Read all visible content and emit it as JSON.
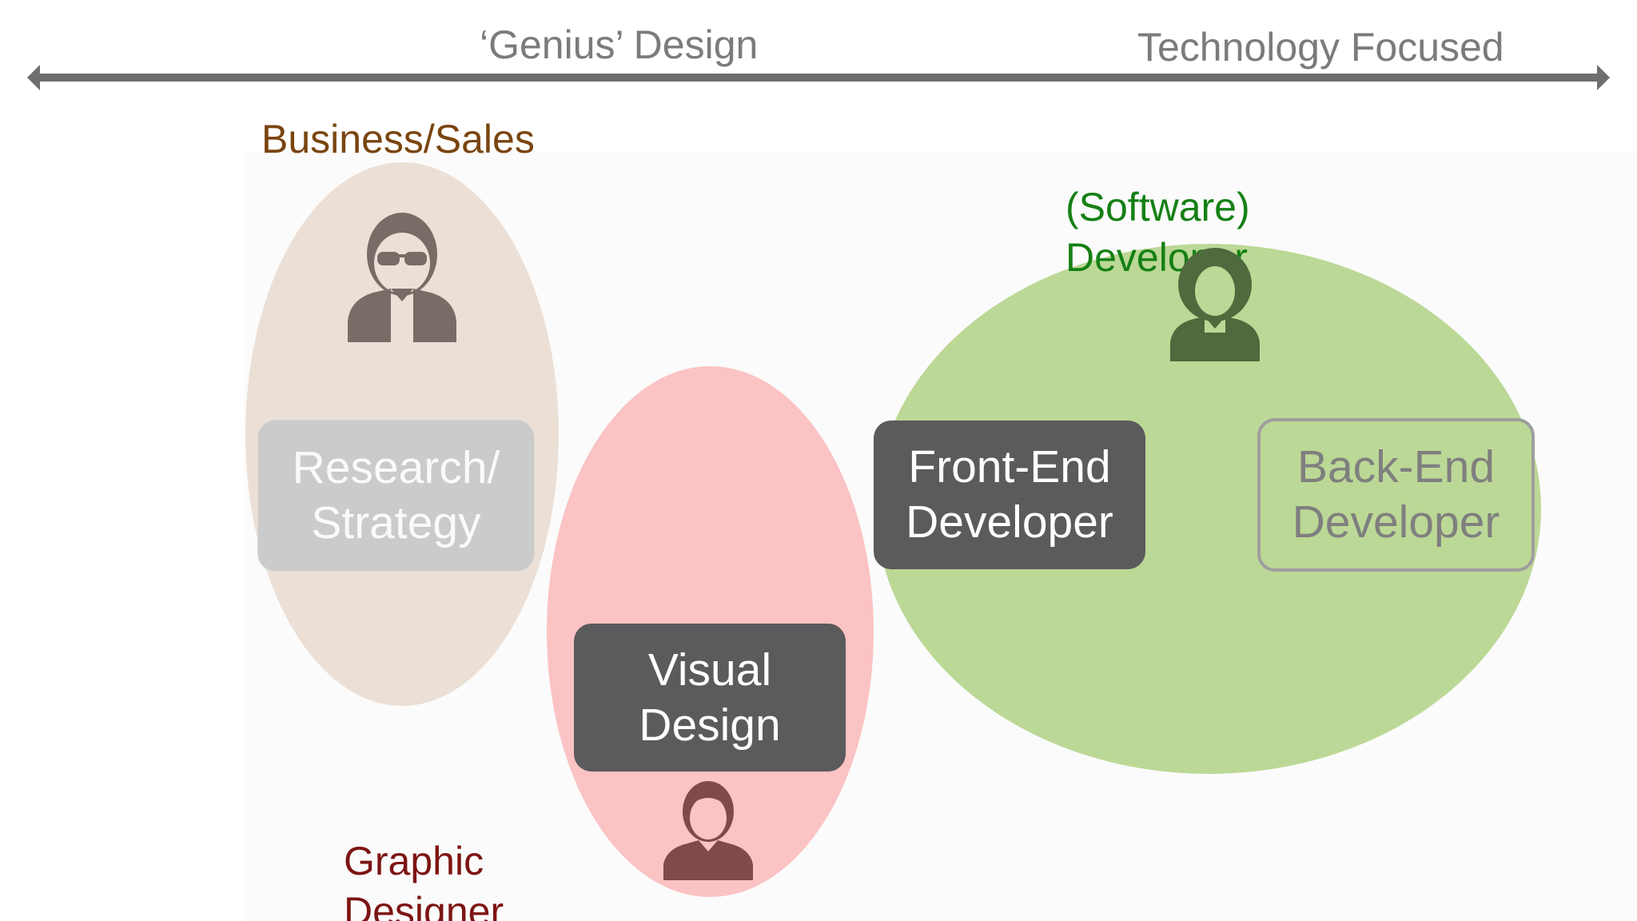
{
  "spectrum": {
    "left_label": "‘Genius’ Design",
    "right_label": "Technology Focused"
  },
  "groups": {
    "business": {
      "label": "Business/Sales",
      "color": "#7a4510",
      "fill": "#ece0d6"
    },
    "graphic": {
      "label": "Graphic\nDesigner",
      "color": "#7d1414",
      "fill": "#fbc3c4"
    },
    "developer": {
      "label": "(Software)\nDeveloper",
      "color": "#158015",
      "fill": "#bcd896"
    }
  },
  "roles": {
    "research": {
      "label": "Research/\nStrategy"
    },
    "visual": {
      "label": "Visual\nDesign"
    },
    "frontend": {
      "label": "Front-End\nDeveloper"
    },
    "backend": {
      "label": "Back-End\nDeveloper"
    }
  },
  "icons": {
    "business": "person-with-sunglasses-icon",
    "graphic": "person-icon",
    "developer": "person-icon"
  }
}
